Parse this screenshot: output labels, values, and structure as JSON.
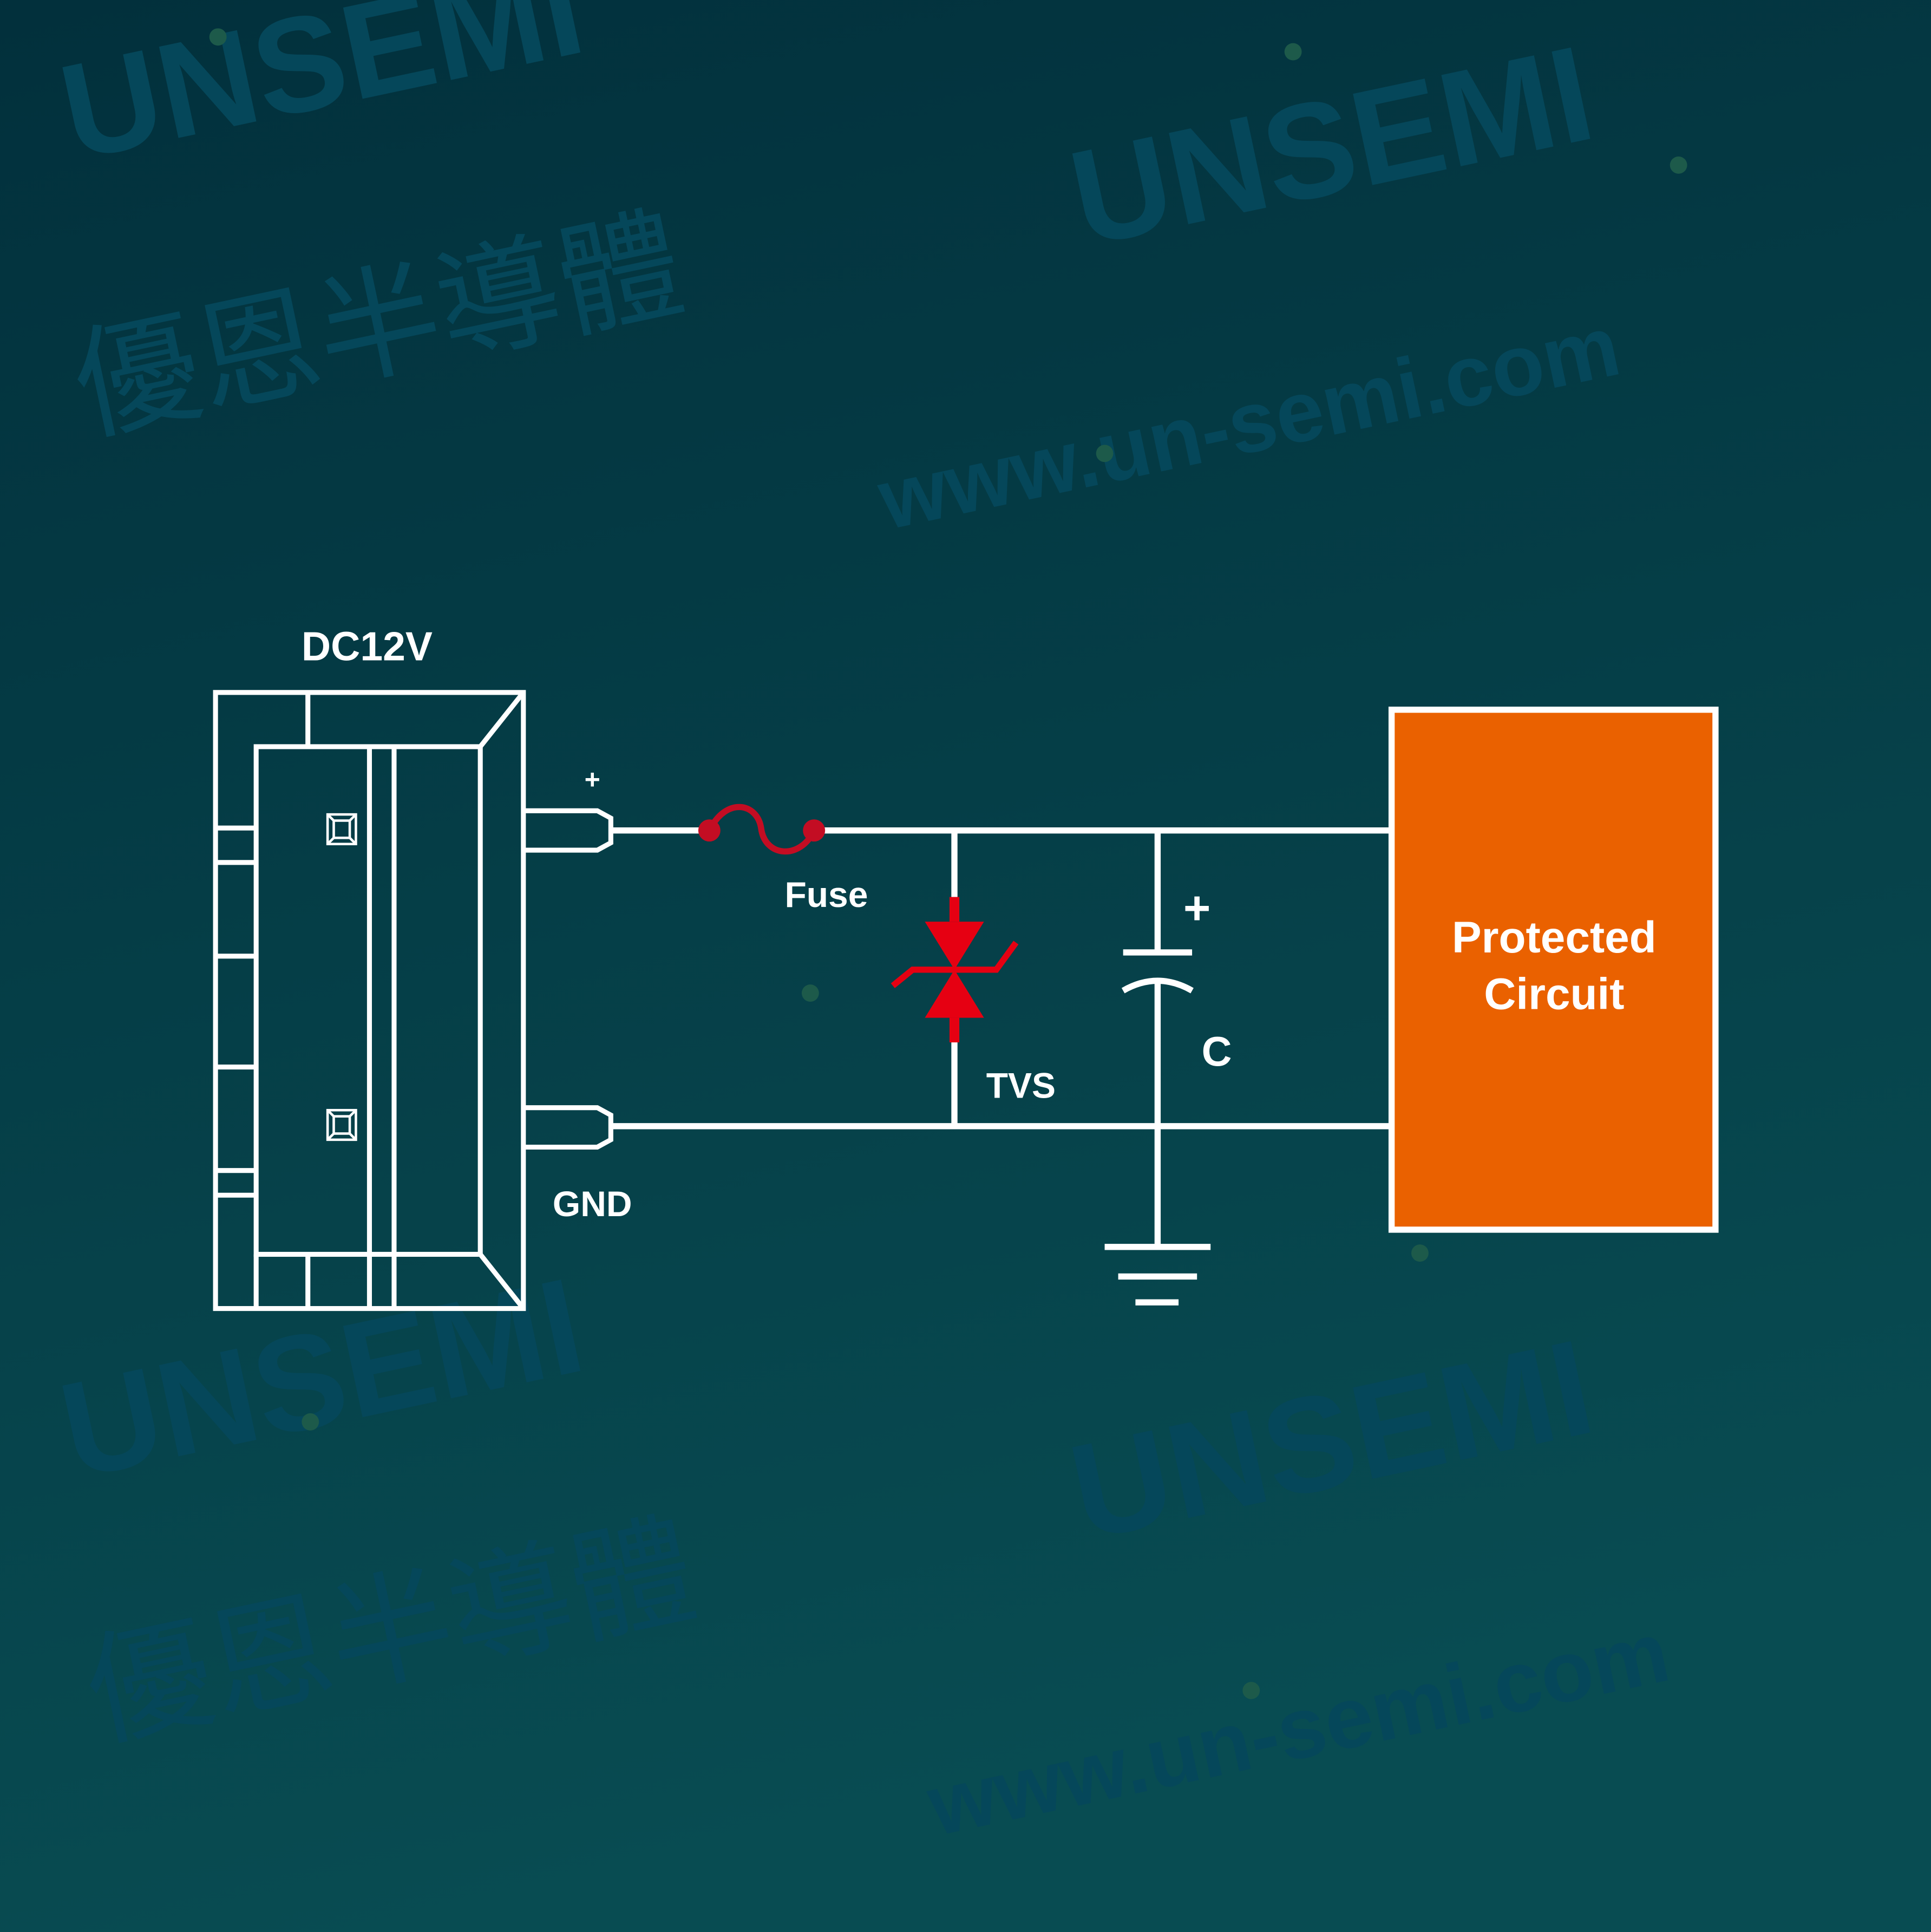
{
  "diagram": {
    "title": "DC12V TVS protection circuit",
    "labels": {
      "source": "DC12V",
      "plus_terminal": "+",
      "gnd_terminal": "GND",
      "fuse": "Fuse",
      "tvs": "TVS",
      "cap_plus": "+",
      "capacitor": "C",
      "load_line1": "Protected",
      "load_line2": "Circuit"
    },
    "colors": {
      "background_top": "#02313d",
      "background_bottom": "#074a50",
      "wire": "#ffffff",
      "fuse": "#c30d23",
      "tvs": "#e60012",
      "load_fill": "#ea6100",
      "watermark": "#05475a",
      "watermark_dot": "#1d5a4a"
    }
  },
  "watermark": {
    "logo": "UNSEMI",
    "chinese": "優恩半導體",
    "url": "www.un-semi.com"
  }
}
